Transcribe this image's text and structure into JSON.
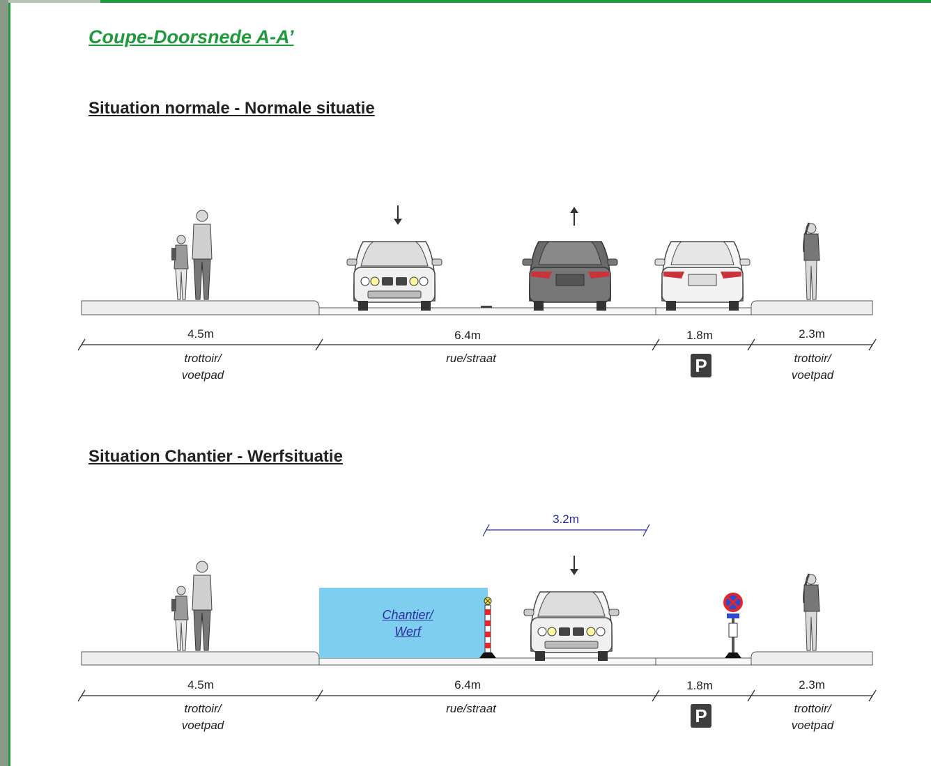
{
  "title": "Coupe-Doorsnede A-A’",
  "sections": {
    "normal": {
      "title": "Situation normale - Normale situatie",
      "dims": [
        "4.5m",
        "6.4m",
        "1.8m",
        "2.3m"
      ],
      "names": {
        "trottoir_left_1": "trottoir/",
        "trottoir_left_2": "voetpad",
        "street": "rue/straat",
        "trottoir_right_1": "trottoir/",
        "trottoir_right_2": "voetpad"
      },
      "parking": "P"
    },
    "chantier": {
      "title": "Situation Chantier - Werfsituatie",
      "dims": [
        "4.5m",
        "6.4m",
        "1.8m",
        "2.3m"
      ],
      "lane_width": "3.2m",
      "werf_1": "Chantier/",
      "werf_2": "Werf",
      "names": {
        "trottoir_left_1": "trottoir/",
        "trottoir_left_2": "voetpad",
        "street": "rue/straat",
        "trottoir_right_1": "trottoir/",
        "trottoir_right_2": "voetpad"
      },
      "parking": "P"
    }
  },
  "colors": {
    "title": "#1e9a3c",
    "frame": "#1e9a3c",
    "werf_fill": "#7ecfef",
    "lane_dim": "#2b2ca0"
  },
  "icons": [
    "pedestrian-adult-child-icon",
    "car-front-icon",
    "car-rear-icon",
    "pedestrian-woman-icon",
    "arrow-down-icon",
    "arrow-up-icon",
    "parking-sign-icon",
    "barrier-beacon-icon",
    "no-parking-sign-icon"
  ]
}
